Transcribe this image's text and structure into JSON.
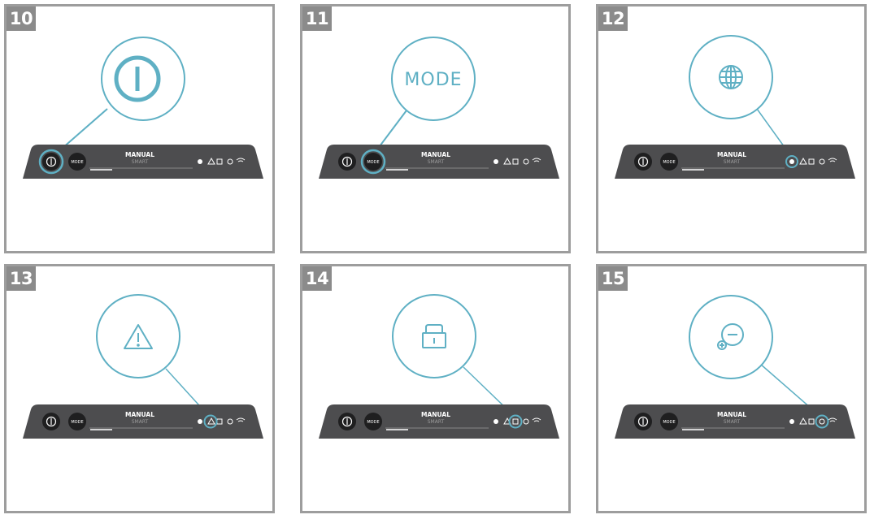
{
  "colors": {
    "accent": "#5fb0c4",
    "panel_border": "#9d9d9d",
    "badge": "#8b8b8b",
    "device": "#4d4d4f",
    "button": "#1f1f20"
  },
  "panels": [
    {
      "number": "10",
      "highlight": "power-button",
      "zoom_icon": "power-icon"
    },
    {
      "number": "11",
      "highlight": "mode-button",
      "zoom_icon": "mode-text",
      "zoom_text": "MODE"
    },
    {
      "number": "12",
      "highlight": "globe-indicator",
      "zoom_icon": "globe-icon"
    },
    {
      "number": "13",
      "highlight": "warning-indicator",
      "zoom_icon": "warning-icon"
    },
    {
      "number": "14",
      "highlight": "lock-indicator",
      "zoom_icon": "lock-icon"
    },
    {
      "number": "15",
      "highlight": "filter-indicator",
      "zoom_icon": "filter-icon"
    }
  ],
  "device": {
    "mode_label": "MODE",
    "manual_label": "MANUAL",
    "smart_label": "SMART"
  }
}
